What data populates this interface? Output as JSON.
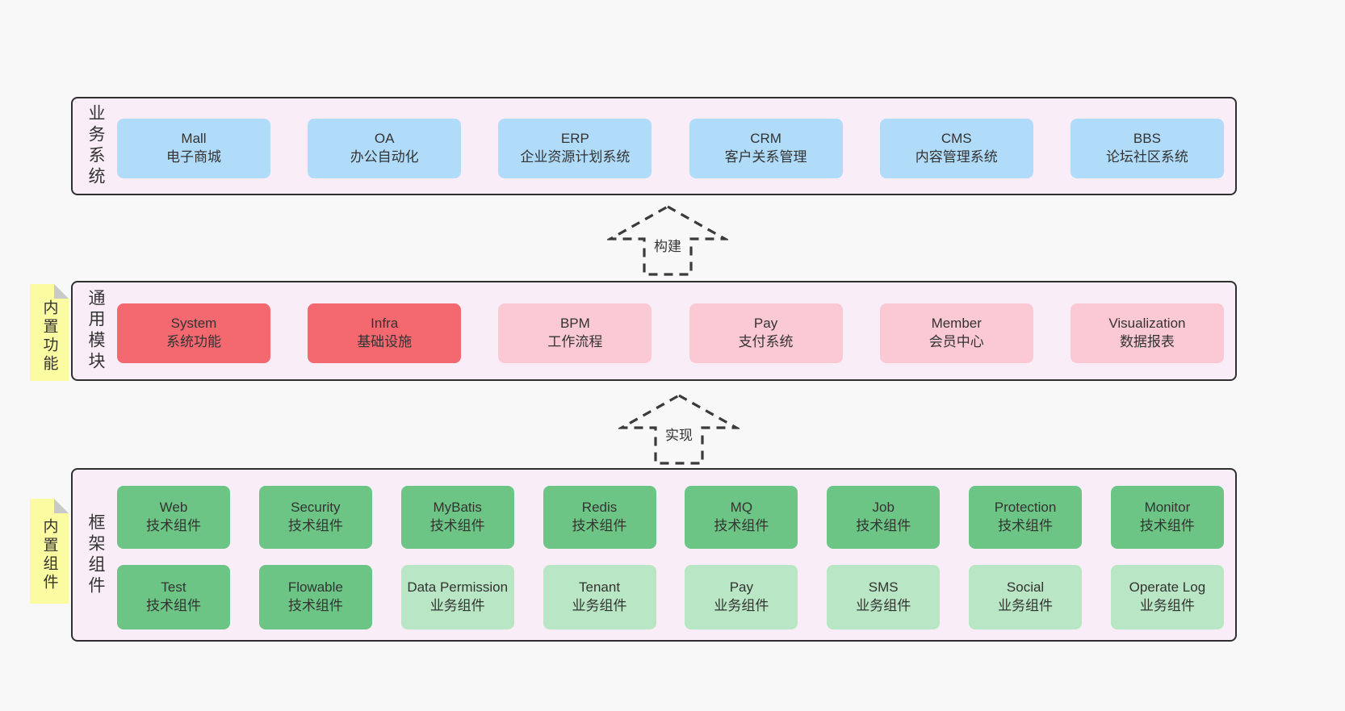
{
  "diagram": {
    "arrows": [
      {
        "label": "构建"
      },
      {
        "label": "实现"
      }
    ],
    "layers": [
      {
        "label": "业务系统",
        "boxes": [
          {
            "title": "Mall",
            "subtitle": "电子商城"
          },
          {
            "title": "OA",
            "subtitle": "办公自动化"
          },
          {
            "title": "ERP",
            "subtitle": "企业资源计划系统"
          },
          {
            "title": "CRM",
            "subtitle": "客户关系管理"
          },
          {
            "title": "CMS",
            "subtitle": "内容管理系统"
          },
          {
            "title": "BBS",
            "subtitle": "论坛社区系统"
          }
        ]
      },
      {
        "label": "通用模块",
        "tag": "内置功能",
        "boxes": [
          {
            "title": "System",
            "subtitle": "系统功能"
          },
          {
            "title": "Infra",
            "subtitle": "基础设施"
          },
          {
            "title": "BPM",
            "subtitle": "工作流程"
          },
          {
            "title": "Pay",
            "subtitle": "支付系统"
          },
          {
            "title": "Member",
            "subtitle": "会员中心"
          },
          {
            "title": "Visualization",
            "subtitle": "数据报表"
          }
        ]
      },
      {
        "label": "框架组件",
        "tag": "内置组件",
        "row1": [
          {
            "title": "Web",
            "subtitle": "技术组件"
          },
          {
            "title": "Security",
            "subtitle": "技术组件"
          },
          {
            "title": "MyBatis",
            "subtitle": "技术组件"
          },
          {
            "title": "Redis",
            "subtitle": "技术组件"
          },
          {
            "title": "MQ",
            "subtitle": "技术组件"
          },
          {
            "title": "Job",
            "subtitle": "技术组件"
          },
          {
            "title": "Protection",
            "subtitle": "技术组件"
          },
          {
            "title": "Monitor",
            "subtitle": "技术组件"
          }
        ],
        "row2": [
          {
            "title": "Test",
            "subtitle": "技术组件"
          },
          {
            "title": "Flowable",
            "subtitle": "技术组件"
          },
          {
            "title": "Data Permission",
            "subtitle": "业务组件"
          },
          {
            "title": "Tenant",
            "subtitle": "业务组件"
          },
          {
            "title": "Pay",
            "subtitle": "业务组件"
          },
          {
            "title": "SMS",
            "subtitle": "业务组件"
          },
          {
            "title": "Social",
            "subtitle": "业务组件"
          },
          {
            "title": "Operate Log",
            "subtitle": "业务组件"
          }
        ]
      }
    ],
    "colors": {
      "page_bg": "#f8f8f8",
      "layer_bg": "#f9edf7",
      "layer_border": "#2f2f2f",
      "business_box_blue": "#b0dcfa",
      "core_module_red": "#f4696f",
      "optional_module_pink": "#fbc9d4",
      "tech_component_green": "#6cc584",
      "biz_component_light_green": "#b9e6c4",
      "sticky_note_yellow": "#fbfba1",
      "sticky_fold_gray": "#c9c9c9",
      "text": "#333333"
    }
  }
}
